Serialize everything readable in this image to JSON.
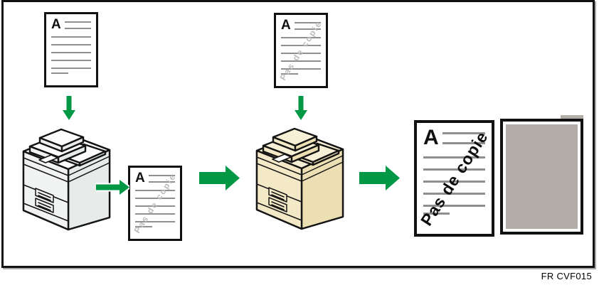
{
  "figure": {
    "caption": "FR CVF015",
    "colors": {
      "arrow_green": "#009845",
      "copier_left_body": "#f1f3f2",
      "copier_right_body": "#f4e9c6",
      "document_line_gray": "#8f8f8f",
      "watermark_faint_gray": "#bcbcbc",
      "watermark_dark": "#0d0d0d",
      "blocked_page_gray": "#b2aea7"
    },
    "documents": {
      "original": {
        "label": "A"
      },
      "first_copy": {
        "label": "A",
        "watermark": "Pas de copie"
      },
      "marked_original": {
        "label": "A",
        "watermark": "Pas de copie"
      },
      "final_copy": {
        "label": "A",
        "watermark": "Pas de copie"
      }
    }
  }
}
